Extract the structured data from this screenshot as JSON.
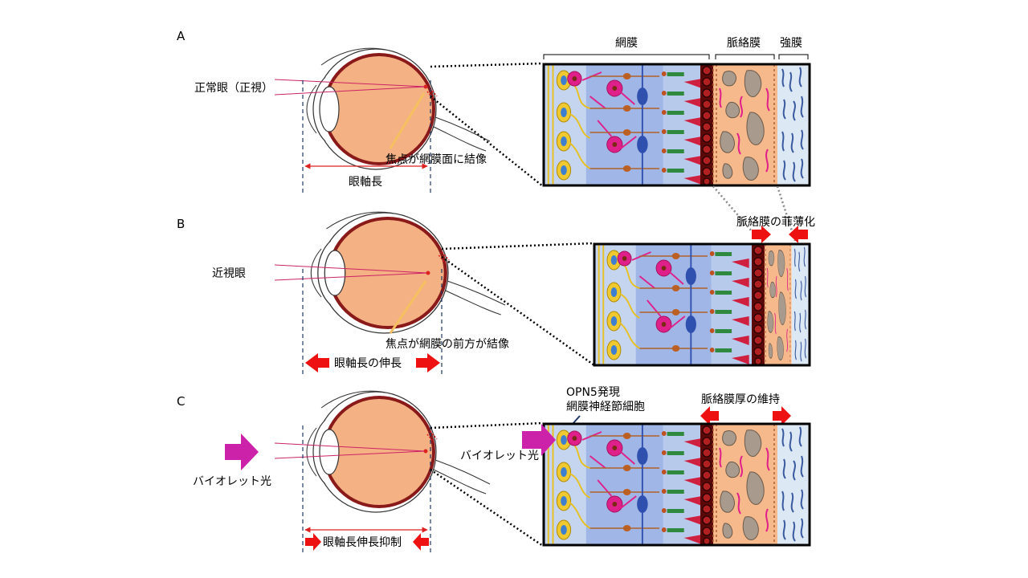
{
  "panels": {
    "a": {
      "letter": "A",
      "eye_label": "正常眼（正視）",
      "focus_label": "焦点が網膜面に結像",
      "axial_label": "眼軸長"
    },
    "b": {
      "letter": "B",
      "eye_label": "近視眼",
      "focus_label": "焦点が網膜の前方が結像",
      "axial_label": "眼軸長の伸長",
      "choroid_label": "脈絡膜の菲薄化"
    },
    "c": {
      "letter": "C",
      "eye_label": "バイオレット光",
      "axial_label": "眼軸長伸長抑制",
      "violet_label": "バイオレット光",
      "opn5_line1": "OPN5発現",
      "opn5_line2": "網膜神経節細胞",
      "choroid_label": "脈絡膜厚の維持"
    }
  },
  "layers": {
    "retina": "網膜",
    "choroid": "脈絡膜",
    "sclera": "強膜"
  },
  "colors": {
    "lens_body": "#f4b183",
    "retina_bg": "#c5d5f0",
    "retina_deep": "#8fa8e0",
    "rpe": "#7a1010",
    "choroid_bg": "#f6b98c",
    "sclera_bg": "#dde8f5",
    "arrow_red": "#ee1111",
    "violet": "#cc22aa",
    "ray": "#cc2266"
  }
}
